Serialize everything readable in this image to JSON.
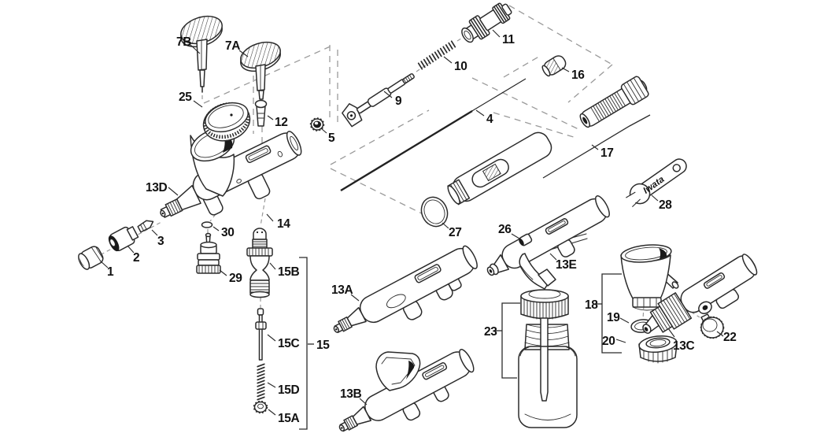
{
  "diagram": {
    "kind": "exploded-parts-diagram",
    "subject": "airbrush",
    "wrench_brand": "Iwata",
    "labels": {
      "p1": "1",
      "p2": "2",
      "p3": "3",
      "p4": "4",
      "p5": "5",
      "p7a": "7A",
      "p7b": "7B",
      "p9": "9",
      "p10": "10",
      "p11": "11",
      "p12": "12",
      "p13a": "13A",
      "p13b": "13B",
      "p13c": "13C",
      "p13d": "13D",
      "p13e": "13E",
      "p14": "14",
      "p15": "15",
      "p15a": "15A",
      "p15b": "15B",
      "p15c": "15C",
      "p15d": "15D",
      "p16": "16",
      "p17": "17",
      "p18": "18",
      "p19": "19",
      "p20": "20",
      "p22": "22",
      "p23": "23",
      "p25": "25",
      "p26": "26",
      "p27": "27",
      "p28": "28",
      "p29": "29",
      "p30": "30"
    },
    "colors": {
      "line": "#2b2b2b",
      "dashed": "#9a9a9a",
      "label": "#111111",
      "background": "#ffffff",
      "fill_dark": "#1a1a1a"
    }
  }
}
